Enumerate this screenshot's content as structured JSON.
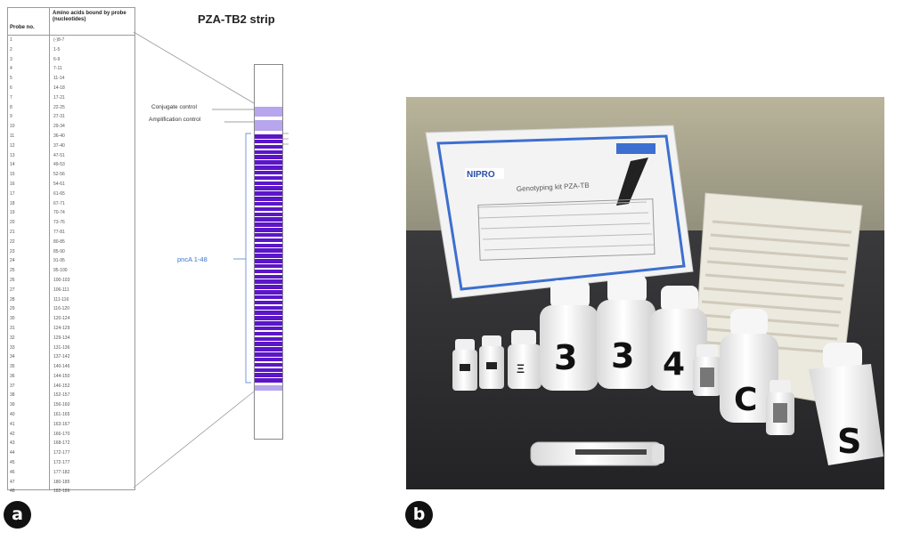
{
  "panel_a": {
    "label": "a",
    "title": "PZA-TB2 strip",
    "table": {
      "col1_header": "Probe no.",
      "col2_header": "Amino acids bound by probe (nucleotides)",
      "rows": [
        [
          "1",
          "(-)8-7"
        ],
        [
          "2",
          "1-5"
        ],
        [
          "3",
          "6-9"
        ],
        [
          "4",
          "7-11"
        ],
        [
          "5",
          "11-14"
        ],
        [
          "6",
          "14-18"
        ],
        [
          "7",
          "17-21"
        ],
        [
          "8",
          "22-25"
        ],
        [
          "9",
          "27-31"
        ],
        [
          "10",
          "29-34"
        ],
        [
          "11",
          "36-40"
        ],
        [
          "12",
          "37-40"
        ],
        [
          "13",
          "47-51"
        ],
        [
          "14",
          "49-53"
        ],
        [
          "15",
          "52-56"
        ],
        [
          "16",
          "54-61"
        ],
        [
          "17",
          "61-65"
        ],
        [
          "18",
          "67-71"
        ],
        [
          "19",
          "70-74"
        ],
        [
          "20",
          "73-76"
        ],
        [
          "21",
          "77-81"
        ],
        [
          "22",
          "80-85"
        ],
        [
          "23",
          "85-90"
        ],
        [
          "24",
          "91-95"
        ],
        [
          "25",
          "95-100"
        ],
        [
          "26",
          "100-103"
        ],
        [
          "27",
          "106-111"
        ],
        [
          "28",
          "111-116"
        ],
        [
          "29",
          "116-120"
        ],
        [
          "30",
          "120-124"
        ],
        [
          "31",
          "124-129"
        ],
        [
          "32",
          "129-134"
        ],
        [
          "33",
          "131-136"
        ],
        [
          "34",
          "137-142"
        ],
        [
          "35",
          "140-146"
        ],
        [
          "36",
          "144-150"
        ],
        [
          "37",
          "146-152"
        ],
        [
          "38",
          "152-157"
        ],
        [
          "39",
          "156-160"
        ],
        [
          "40",
          "161-165"
        ],
        [
          "41",
          "163-167"
        ],
        [
          "42",
          "166-170"
        ],
        [
          "43",
          "168-172"
        ],
        [
          "44",
          "172-177"
        ],
        [
          "45",
          "172-177"
        ],
        [
          "46",
          "177-182"
        ],
        [
          "47",
          "180-185"
        ],
        [
          "48",
          "182-186"
        ]
      ]
    },
    "conjugate_control": "Conjugate control",
    "amplification_control": "Amplification control",
    "pnca_label": "pncA 1-48"
  },
  "panel_b": {
    "label": "b",
    "kit_brand": "NIPRO",
    "kit_name": "Genotyping kit PZA-TB",
    "bottles": [
      "3",
      "3",
      "4",
      "C",
      "S"
    ]
  }
}
